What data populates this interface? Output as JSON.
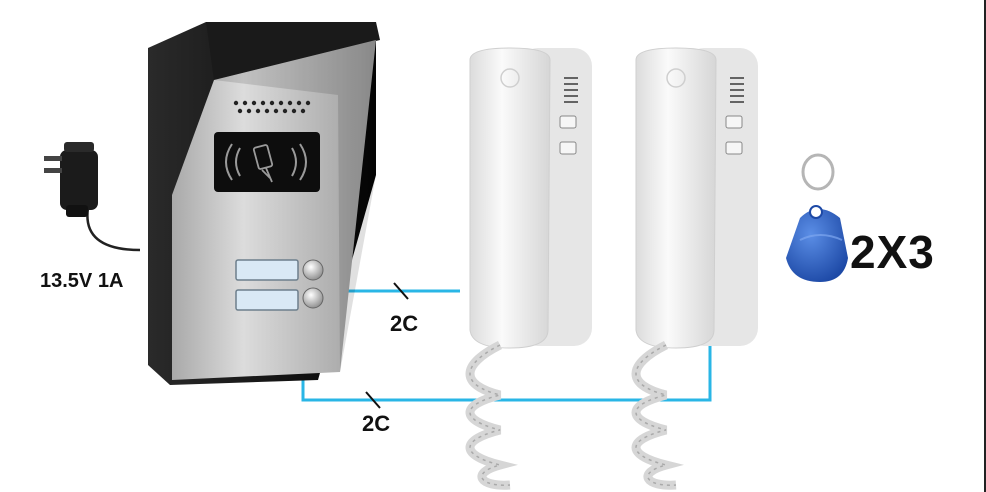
{
  "power": {
    "label": "13.5V 1A"
  },
  "wiring": {
    "top_label": "2C",
    "bottom_label": "2C"
  },
  "rfid": {
    "quantity_label": "2X3"
  },
  "colors": {
    "wire": "#29b6e6",
    "panel_shell": "#111111",
    "panel_face": "#c9c9c9",
    "handset": "#f2f2f2",
    "rfid_tag": "#2f62c0"
  },
  "icons": [
    "power-adapter-icon",
    "rfid-reader-icon",
    "call-button-icon",
    "handset-icon",
    "rfid-keyfob-icon"
  ]
}
